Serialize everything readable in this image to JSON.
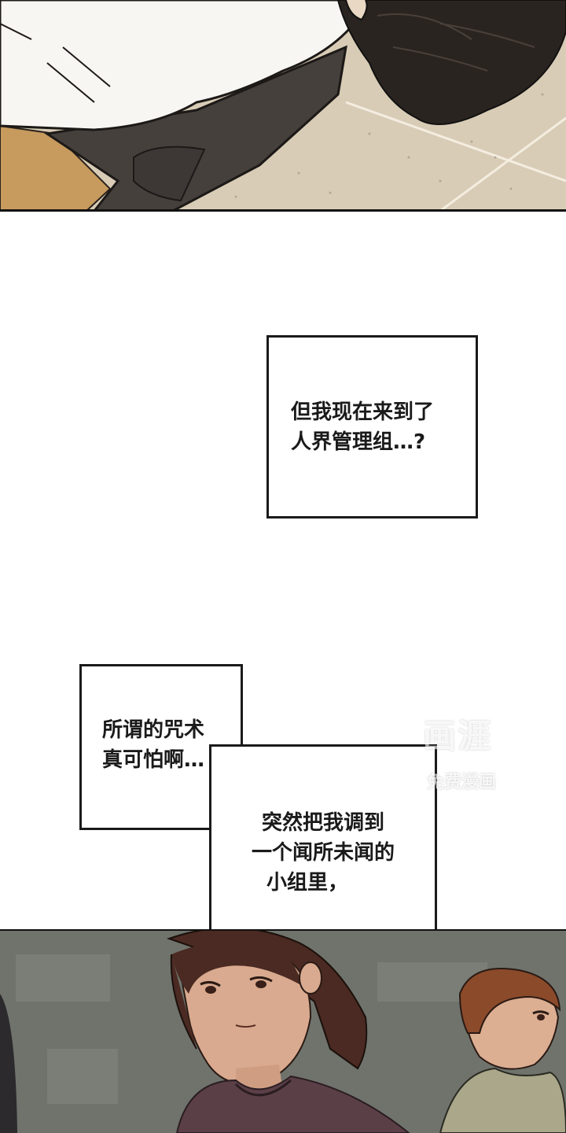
{
  "captions": {
    "box1": {
      "lines": [
        "但我现在来到了",
        "人界管理组…?"
      ]
    },
    "box2": {
      "lines": [
        "所谓的咒术",
        "真可怕啊…"
      ]
    },
    "box3": {
      "lines": [
        "突然把我调到",
        "一个闻所未闻的",
        "小组里，"
      ]
    }
  },
  "watermark": {
    "logo_text": "画涯",
    "subtitle": "免费漫画"
  },
  "colors": {
    "panel_top_floor": "#d9cdb8",
    "panel_bottom_wall": "#6d716a",
    "hair_dark": "#2a2420",
    "hair_brown": "#5a3426",
    "sweater": "#5b3f47"
  }
}
